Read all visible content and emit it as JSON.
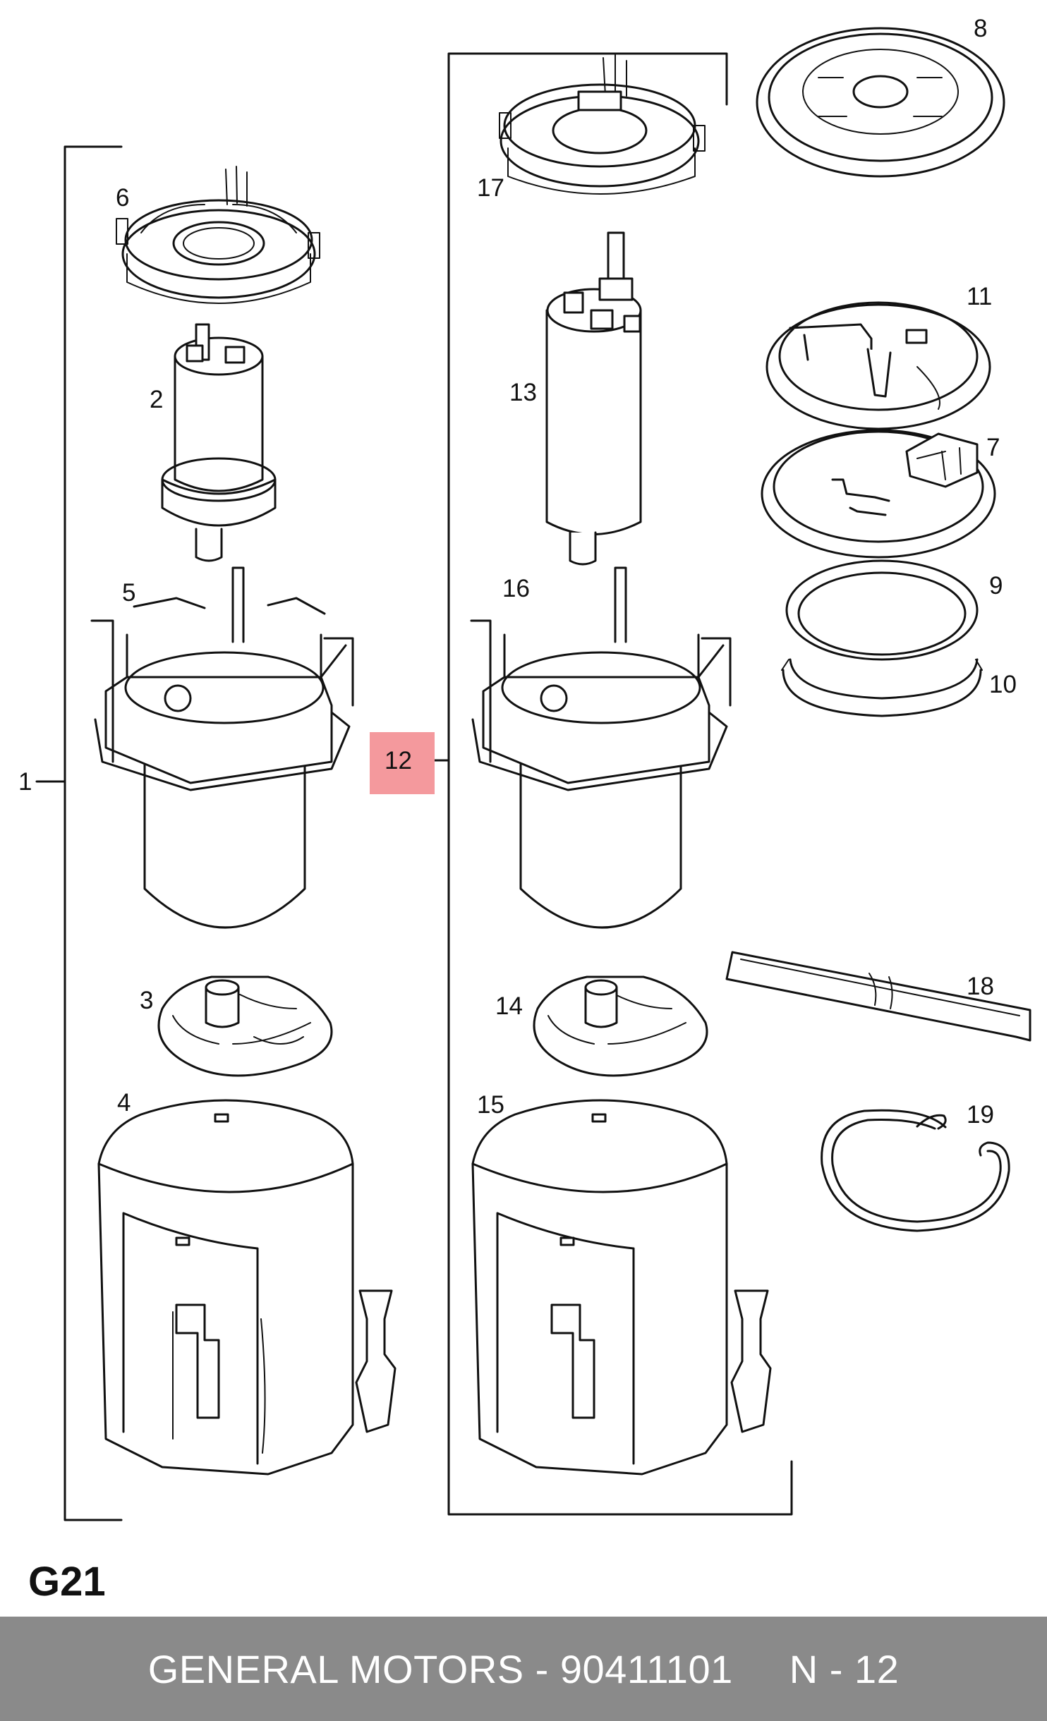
{
  "diagram_code": "G21",
  "highlight_color": "#f4999d",
  "footer_bg": "#8a8a8a",
  "callouts": {
    "c1": "1",
    "c2": "2",
    "c3": "3",
    "c4": "4",
    "c5": "5",
    "c6": "6",
    "c7": "7",
    "c8": "8",
    "c9": "9",
    "c10": "10",
    "c11": "11",
    "c12": "12",
    "c13": "13",
    "c14": "14",
    "c15": "15",
    "c16": "16",
    "c17": "17",
    "c18": "18",
    "c19": "19"
  },
  "footer": {
    "part_text": "GENERAL MOTORS - 90411101",
    "position_text": "N - 12"
  }
}
